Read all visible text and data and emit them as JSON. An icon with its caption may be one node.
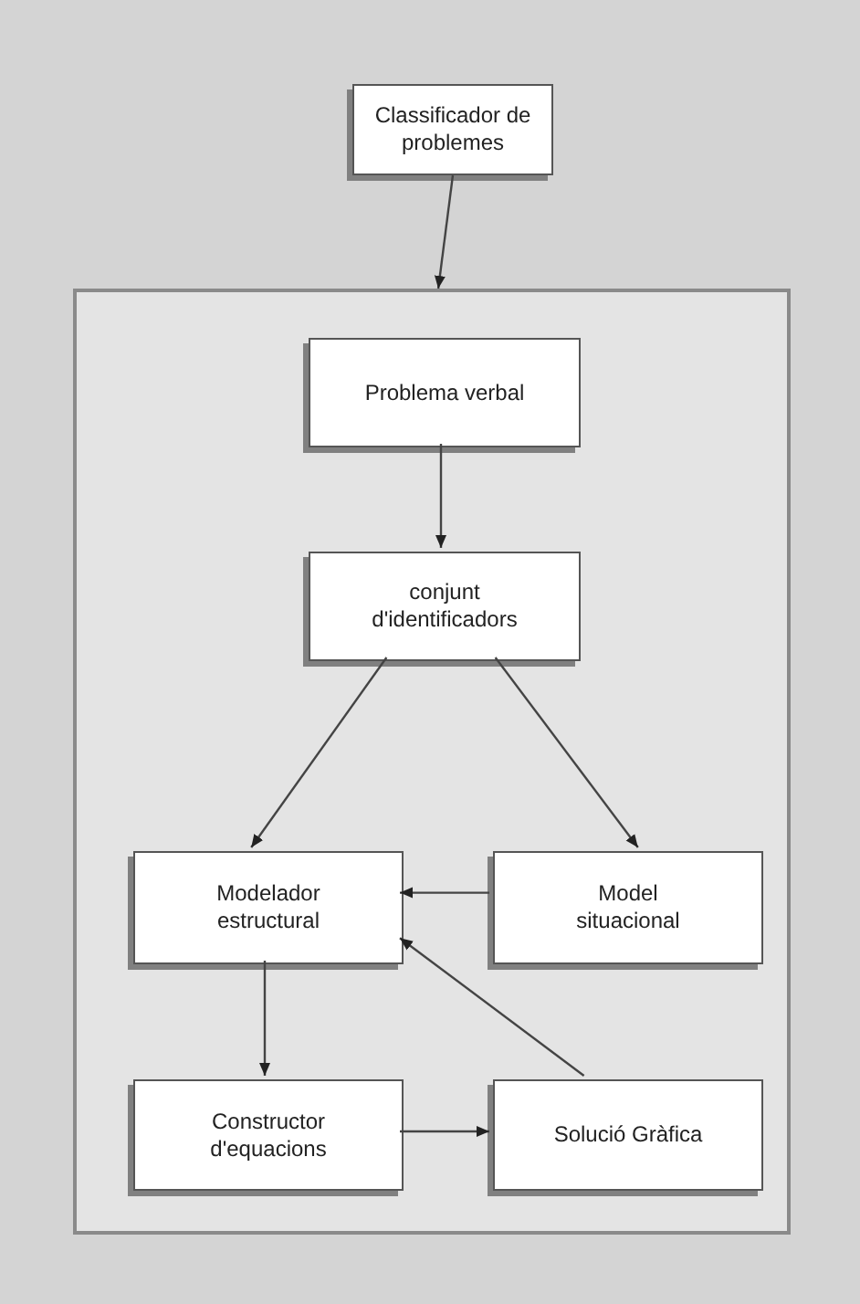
{
  "diagram": {
    "nodes": [
      {
        "text": [
          "Classificador de problemes"
        ]
      },
      {
        "text": [],
        "shape": "box"
      },
      {
        "text": [
          "Problema verbal"
        ],
        "in": 1
      },
      {
        "text": [
          "conjunt d'identificadors"
        ],
        "in": 1
      },
      {
        "text": [
          "Modelador estructural"
        ],
        "in": 1
      },
      {
        "text": [
          "Model situacional"
        ],
        "in": 1
      },
      {
        "text": [
          "Constructor d'equacions"
        ],
        "in": 1
      },
      {
        "text": [
          "Solució Gràfica"
        ],
        "in": 1
      }
    ],
    "edges": [
      {
        "from": 0,
        "to": 1,
        "arrow": "to"
      },
      {
        "from": 2,
        "to": 3,
        "arrow": "to"
      },
      {
        "from": 3,
        "to": 4,
        "arrow": "to"
      },
      {
        "from": 3,
        "to": 5,
        "arrow": "to"
      },
      {
        "from": 5,
        "to": 4,
        "arrow": "to"
      },
      {
        "from": 4,
        "to": 6,
        "arrow": "to"
      },
      {
        "from": 6,
        "to": 7,
        "arrow": "to"
      },
      {
        "from": 7,
        "to": 4,
        "arrow": "to"
      }
    ]
  }
}
